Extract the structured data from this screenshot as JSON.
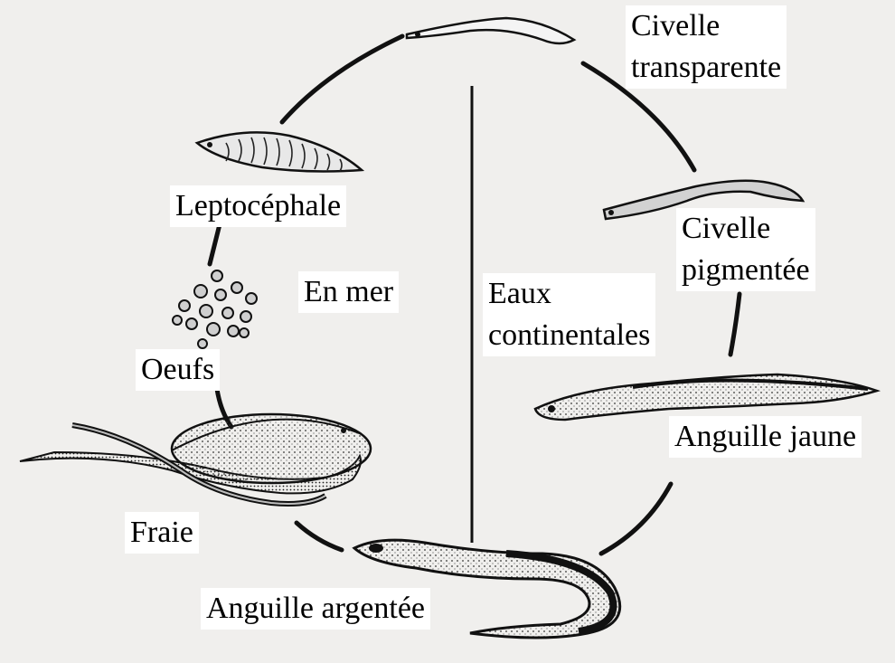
{
  "diagram": {
    "stages": {
      "civelle_transparente": "Civelle\ntransparente",
      "leptocephale": "Leptocéphale",
      "civelle_pigmentee": "Civelle\npigmentée",
      "oeufs": "Oeufs",
      "anguille_jaune": "Anguille jaune",
      "fraie": "Fraie",
      "anguille_argentee": "Anguille argentée"
    },
    "zones": {
      "sea": "En mer",
      "fresh": "Eaux\ncontinentales"
    },
    "colors": {
      "ink": "#111111",
      "background": "#f0efed",
      "label_bg": "#ffffff"
    }
  }
}
